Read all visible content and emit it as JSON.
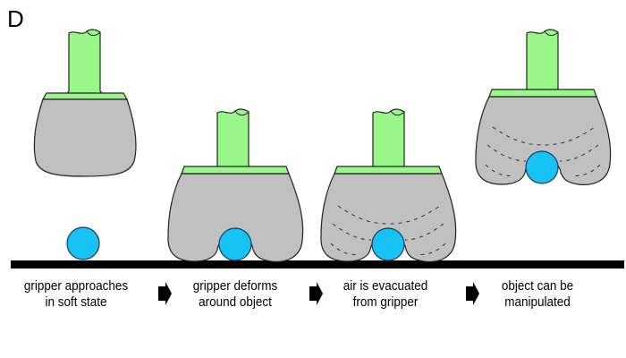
{
  "panel_label": "D",
  "steps": [
    {
      "line1": "gripper approaches",
      "line2": "in soft state"
    },
    {
      "line1": "gripper deforms",
      "line2": "around object"
    },
    {
      "line1": "air is evacuated",
      "line2": "from gripper"
    },
    {
      "line1": "object can be",
      "line2": "manipulated"
    }
  ],
  "colors": {
    "gripper_body": "#c0c0c0",
    "stem": "#99f78a",
    "object": "#17c3f5",
    "ground": "#000000"
  }
}
